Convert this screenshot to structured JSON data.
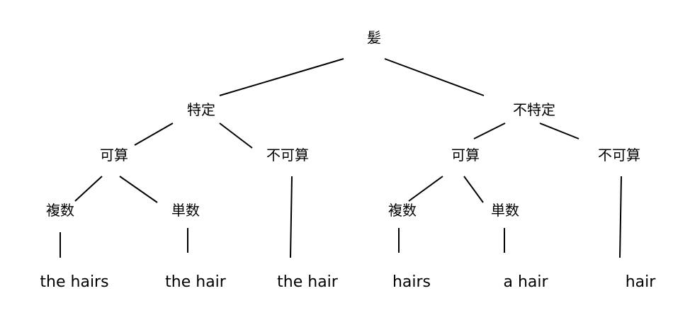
{
  "tree": {
    "root": {
      "label": "髪"
    },
    "definite": {
      "label": "特定",
      "countable": {
        "label": "可算",
        "plural": {
          "label": "複数",
          "example": "the hairs"
        },
        "singular": {
          "label": "単数",
          "example": "the hair"
        }
      },
      "uncountable": {
        "label": "不可算",
        "example": "the hair"
      }
    },
    "indefinite": {
      "label": "不特定",
      "countable": {
        "label": "可算",
        "plural": {
          "label": "複数",
          "example": "hairs"
        },
        "singular": {
          "label": "単数",
          "example": "a hair"
        }
      },
      "uncountable": {
        "label": "不可算",
        "example": "hair"
      }
    }
  },
  "style": {
    "line_color": "#000000",
    "text_color": "#000000"
  }
}
